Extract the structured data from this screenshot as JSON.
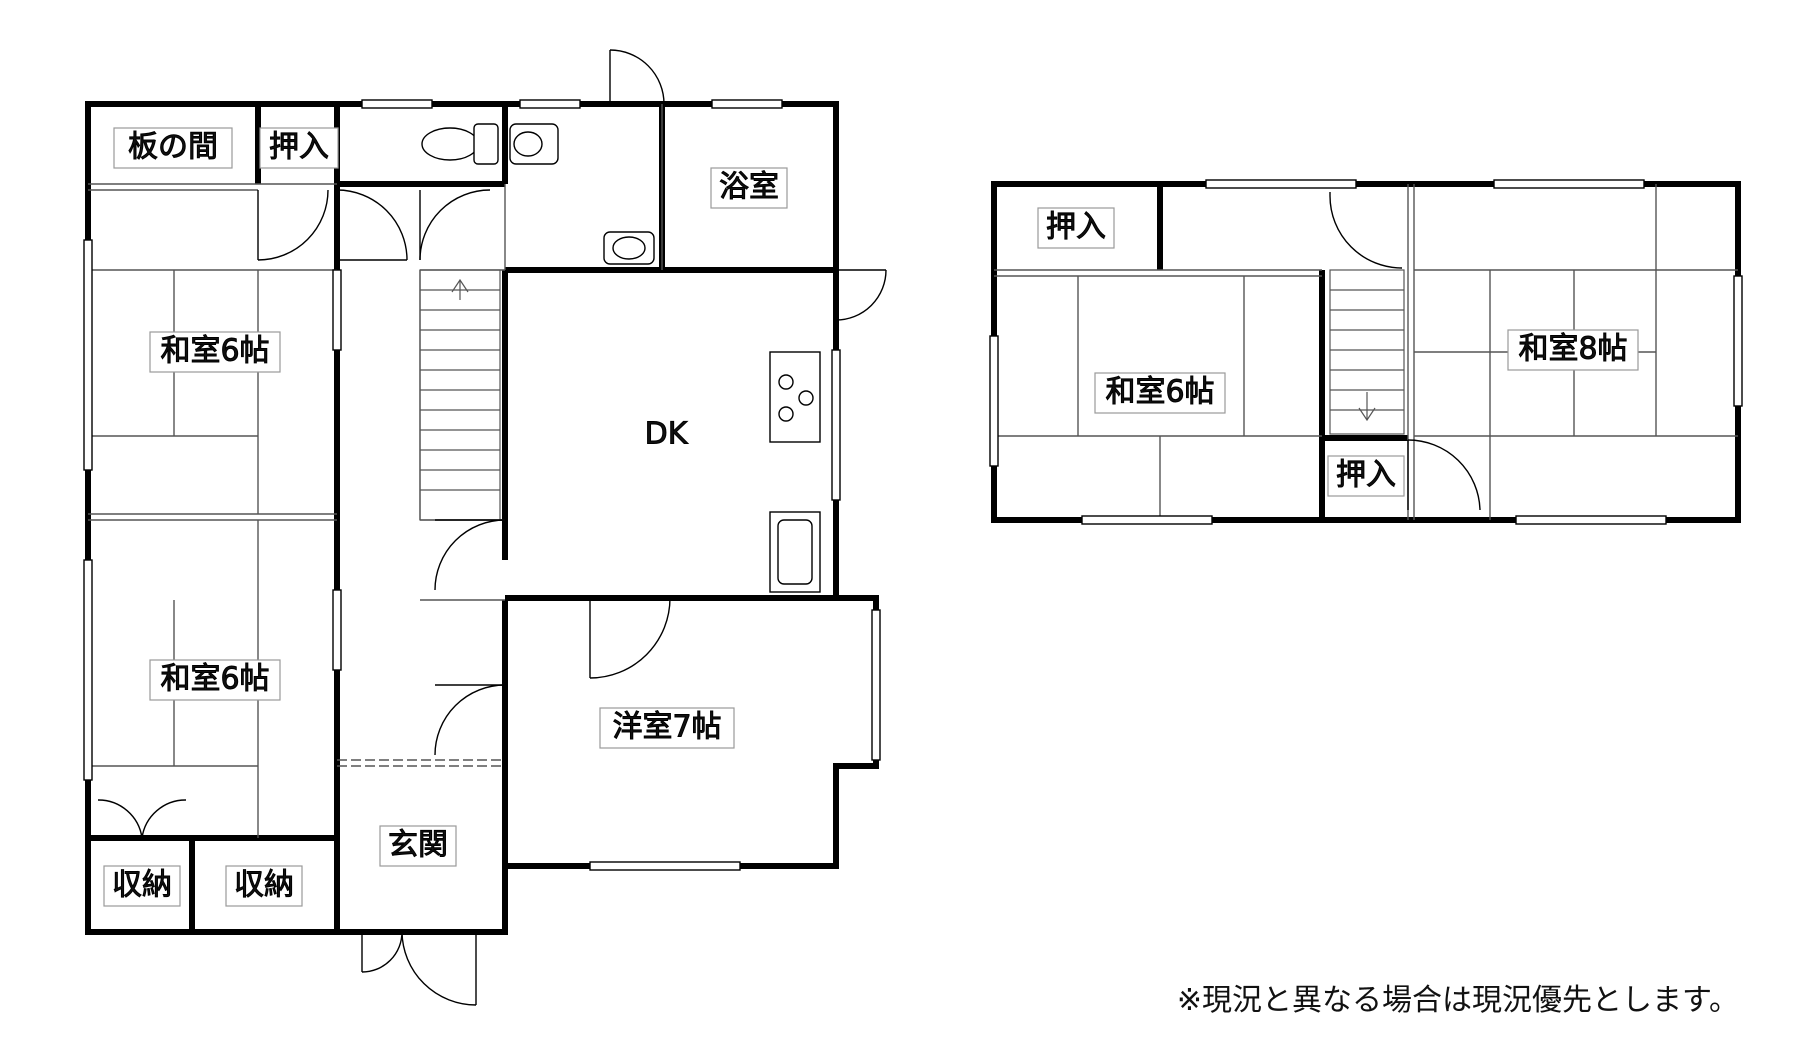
{
  "floor1": {
    "rooms": {
      "itanoma": "板の間",
      "oshiire_top": "押入",
      "bath": "浴室",
      "washitsu_a": "和室6帖",
      "washitsu_b": "和室6帖",
      "dk": "DK",
      "youshitsu": "洋室7帖",
      "genkan": "玄関",
      "shuno_1": "収納",
      "shuno_2": "収納"
    }
  },
  "floor2": {
    "rooms": {
      "oshiire_top": "押入",
      "washitsu_6": "和室6帖",
      "washitsu_8": "和室8帖",
      "oshiire_mid": "押入"
    }
  },
  "note": "※現況と異なる場合は現況優先とします。",
  "colors": {
    "wall": "#000000",
    "thin_line": "#555555",
    "label_border": "#9a9a9a"
  }
}
